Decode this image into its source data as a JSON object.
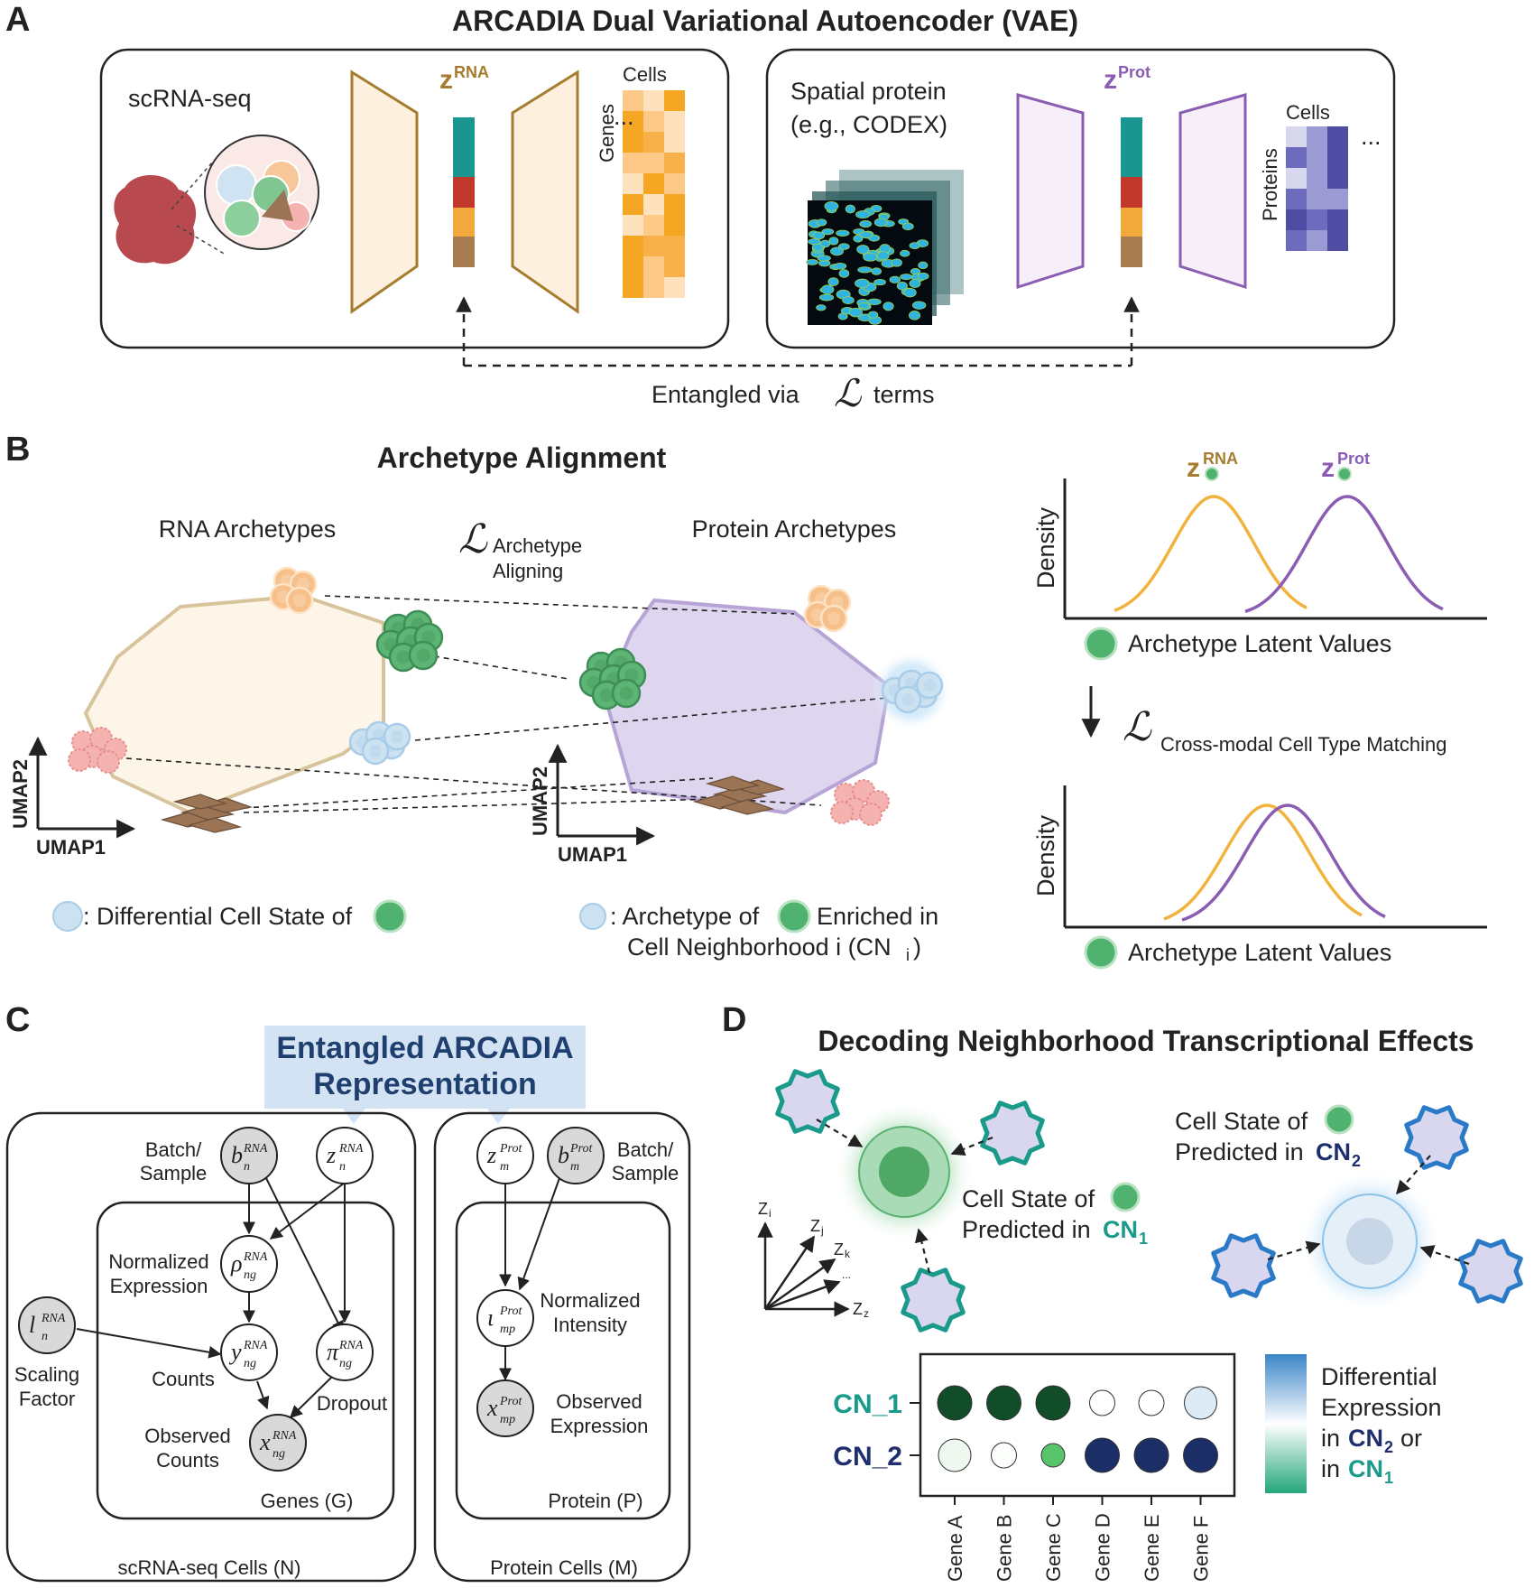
{
  "panel_a": {
    "letter": "A",
    "title": "ARCADIA Dual Variational Autoencoder (VAE)",
    "rna_box": {
      "label": "scRNA-seq",
      "latent_symbol": "z",
      "latent_sup": "RNA",
      "matrix_top": "Cells",
      "matrix_side": "Genes",
      "ellipsis": "..."
    },
    "prot_box": {
      "label_line1": "Spatial protein",
      "label_line2": "(e.g., CODEX)",
      "latent_symbol": "z",
      "latent_sup": "Prot",
      "matrix_top": "Cells",
      "matrix_side": "Proteins",
      "ellipsis": "..."
    },
    "entangled_prefix": "Entangled via",
    "entangled_symbol": "ℒ",
    "entangled_suffix": "terms",
    "colors": {
      "rna": "#a67c2e",
      "prot": "#8a5db3",
      "teal": "#1a9690",
      "red": "#c0392b",
      "orange": "#f2a93b",
      "brown": "#a97c50"
    }
  },
  "panel_b": {
    "letter": "B",
    "title": "Archetype Alignment",
    "rna_label": "RNA Archetypes",
    "prot_label": "Protein Archetypes",
    "loss_symbol": "ℒ",
    "loss_sub_line1": "Archetype",
    "loss_sub_line2": "Aligning",
    "axis_y": "UMAP2",
    "axis_x": "UMAP1",
    "legend_left": ": Differential Cell State of",
    "legend_right_line1": ": Archetype of",
    "legend_right_mid": "Enriched in",
    "legend_right_line2": "Cell Neighborhood i (CN",
    "legend_right_sub": "i",
    "legend_right_close": ")",
    "density_label": "Density",
    "latent_label": "Archetype Latent Values",
    "z_rna_sup": "RNA",
    "z_prot_sup": "Prot",
    "cross_modal_symbol": "ℒ",
    "cross_modal_sub": "Cross-modal Cell Type Matching"
  },
  "panel_c": {
    "letter": "C",
    "callout_line1": "Entangled ARCADIA",
    "callout_line2": "Representation",
    "batch_left_1": "Batch/",
    "batch_left_2": "Sample",
    "batch_right_1": "Batch/",
    "batch_right_2": "Sample",
    "norm_expr_1": "Normalized",
    "norm_expr_2": "Expression",
    "scaling_1": "Scaling",
    "scaling_2": "Factor",
    "counts": "Counts",
    "dropout": "Dropout",
    "obs_counts_1": "Observed",
    "obs_counts_2": "Counts",
    "genes_plate": "Genes (G)",
    "rna_cells_plate": "scRNA-seq Cells (N)",
    "norm_int_1": "Normalized",
    "norm_int_2": "Intensity",
    "obs_expr_1": "Observed",
    "obs_expr_2": "Expression",
    "protein_plate": "Protein (P)",
    "prot_cells_plate": "Protein Cells (M)",
    "nodes": {
      "b_rna": {
        "base": "b",
        "sub": "n",
        "sup": "RNA"
      },
      "z_rna": {
        "base": "z",
        "sub": "n",
        "sup": "RNA"
      },
      "rho": {
        "base": "ρ",
        "sub": "ng",
        "sup": "RNA"
      },
      "l": {
        "base": "l",
        "sub": "n",
        "sup": "RNA"
      },
      "y": {
        "base": "y",
        "sub": "ng",
        "sup": "RNA"
      },
      "pi": {
        "base": "π",
        "sub": "ng",
        "sup": "RNA"
      },
      "x_rna": {
        "base": "x",
        "sub": "ng",
        "sup": "RNA"
      },
      "z_prot": {
        "base": "z",
        "sub": "m",
        "sup": "Prot"
      },
      "b_prot": {
        "base": "b",
        "sub": "m",
        "sup": "Prot"
      },
      "iota": {
        "base": "ι",
        "sub": "mp",
        "sup": "Prot"
      },
      "x_prot": {
        "base": "x",
        "sub": "mp",
        "sup": "Prot"
      }
    }
  },
  "panel_d": {
    "letter": "D",
    "title": "Decoding Neighborhood Transcriptional Effects",
    "cn1_text_1": "Cell State of",
    "cn1_text_2": "Predicted in",
    "cn1_name": "CN",
    "cn1_sub": "1",
    "cn2_text_1": "Cell State of",
    "cn2_text_2": "Predicted in",
    "cn2_name": "CN",
    "cn2_sub": "2",
    "axis_zi": "Z",
    "axis_zi_sub": "i",
    "axis_zj": "Z",
    "axis_zj_sub": "j",
    "axis_zk": "Z",
    "axis_zk_sub": "k",
    "axis_dots": "...",
    "axis_zz": "Z",
    "axis_zz_sub": "z",
    "row_labels": [
      "CN_1",
      "CN_2"
    ],
    "genes": [
      "Gene A",
      "Gene B",
      "Gene C",
      "Gene D",
      "Gene E",
      "Gene F"
    ],
    "dot_values": [
      [
        -1.0,
        -1.0,
        -1.0,
        0.0,
        0.0,
        0.15
      ],
      [
        -0.15,
        -0.03,
        -0.7,
        1.0,
        1.0,
        1.0
      ]
    ],
    "legend_1": "Differential",
    "legend_2": "Expression",
    "legend_3": "in",
    "legend_3_cn": "CN",
    "legend_3_sub": "2",
    "legend_3_or": "or",
    "legend_4": "in",
    "legend_4_cn": "CN",
    "legend_4_sub": "1",
    "colors": {
      "cn1": "#1a9a8a",
      "cn2": "#1f2f6e",
      "dark_green": "#124d2a",
      "navy": "#1b2e66"
    }
  }
}
